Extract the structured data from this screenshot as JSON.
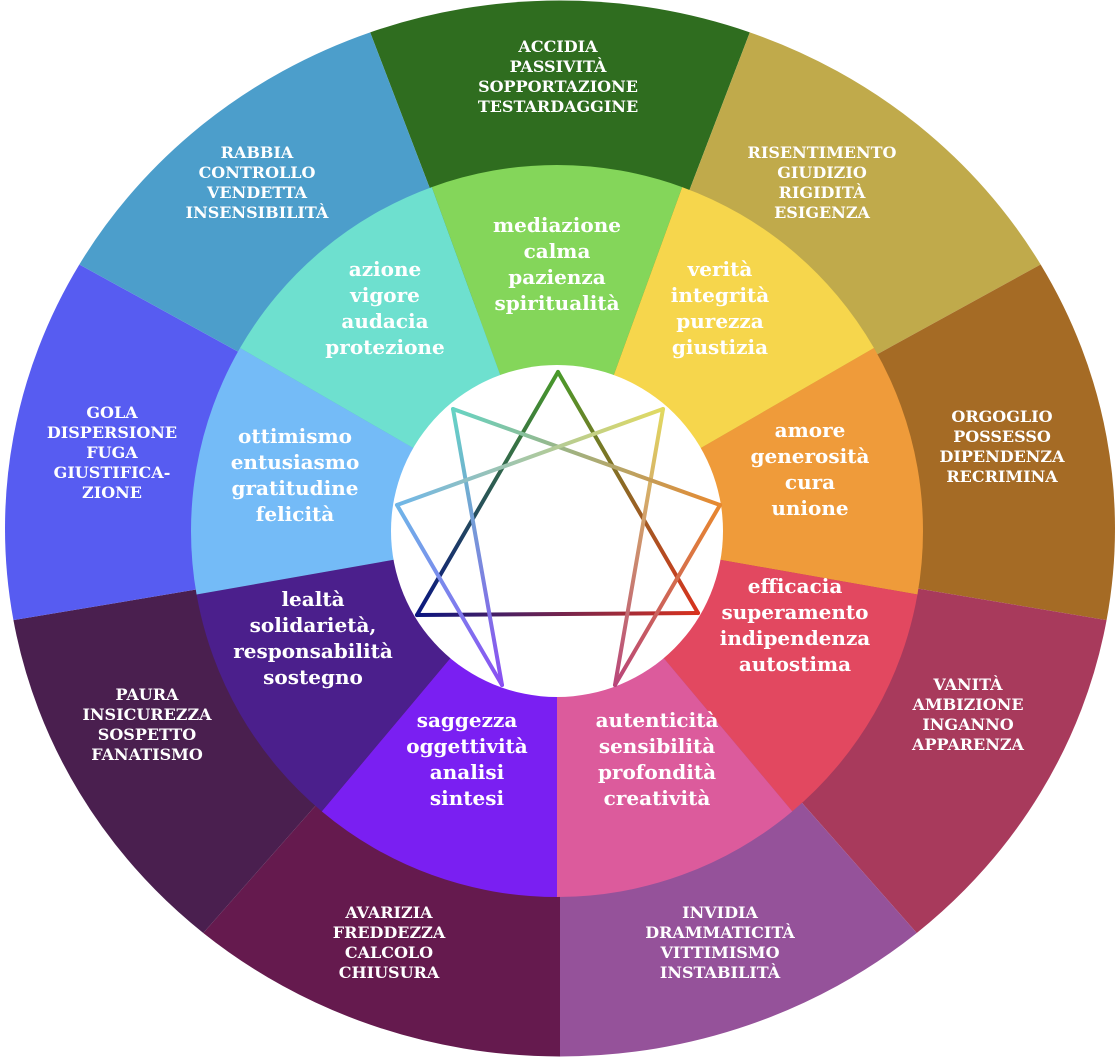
{
  "outer_ring": [
    {
      "lines": [
        "ACCIDIA",
        "PASSIVITÀ",
        "SOPPORTAZIONE",
        "TESTARDAGGINE"
      ],
      "color": "#2f6d1f"
    },
    {
      "lines": [
        "RISENTIMENTO",
        "GIUDIZIO",
        "RIGIDITÀ",
        "ESIGENZA"
      ],
      "color": "#c0aa4b"
    },
    {
      "lines": [
        "ORGOGLIO",
        "POSSESSO",
        "DIPENDENZA",
        "RECRIMINA"
      ],
      "color": "#a56b25"
    },
    {
      "lines": [
        "VANITÀ",
        "AMBIZIONE",
        "INGANNO",
        "APPARENZA"
      ],
      "color": "#a83a5c"
    },
    {
      "lines": [
        "INVIDIA",
        "DRAMMATICITÀ",
        "VITTIMISMO",
        "INSTABILITÀ"
      ],
      "color": "#95529a"
    },
    {
      "lines": [
        "AVARIZIA",
        "FREDDEZZA",
        "CALCOLO",
        "CHIUSURA"
      ],
      "color": "#651a4e"
    },
    {
      "lines": [
        "PAURA",
        "INSICUREZZA",
        "SOSPETTO",
        "FANATISMO"
      ],
      "color": "#4a1f4f"
    },
    {
      "lines": [
        "GOLA",
        "DISPERSIONE",
        "FUGA",
        "GIUSTIFICA-",
        "ZIONE"
      ],
      "color": "#575cf1"
    },
    {
      "lines": [
        "RABBIA",
        "CONTROLLO",
        "VENDETTA",
        "INSENSIBILITÀ"
      ],
      "color": "#4c9ecb"
    }
  ],
  "inner_ring": [
    {
      "lines": [
        "mediazione",
        "calma",
        "pazienza",
        "spiritualità"
      ],
      "color": "#84d65a",
      "point_color": "#4a9a2a"
    },
    {
      "lines": [
        "verità",
        "integrità",
        "purezza",
        "giustizia"
      ],
      "color": "#f6d64c",
      "point_color": "#e2da60"
    },
    {
      "lines": [
        "amore",
        "generosità",
        "cura",
        "unione"
      ],
      "color": "#ef9b3a",
      "point_color": "#e8882e"
    },
    {
      "lines": [
        "efficacia",
        "superamento",
        "indipendenza",
        "autostima"
      ],
      "color": "#e24860",
      "point_color": "#d8321e"
    },
    {
      "lines": [
        "autenticità",
        "sensibilità",
        "profondità",
        "creatività"
      ],
      "color": "#dc5b9c",
      "point_color": "#b8467a"
    },
    {
      "lines": [
        "saggezza",
        "oggettività",
        "analisi",
        "sintesi"
      ],
      "color": "#7a1ff2",
      "point_color": "#8a4ef2"
    },
    {
      "lines": [
        "lealtà",
        "solidarietà,",
        "responsabilità",
        "sostegno"
      ],
      "color": "#4b1f8c",
      "point_color": "#0b1680"
    },
    {
      "lines": [
        "ottimismo",
        "entusiasmo",
        "gratitudine",
        "felicità"
      ],
      "color": "#74bbf7",
      "point_color": "#6fb6e8"
    },
    {
      "lines": [
        "azione",
        "vigore",
        "audacia",
        "protezione"
      ],
      "color": "#6ee0cf",
      "point_color": "#66d4c4"
    }
  ],
  "enneagram": {
    "triangle": [
      0,
      3,
      6
    ],
    "hexad": [
      1,
      4,
      2,
      8,
      5,
      7,
      1
    ]
  }
}
